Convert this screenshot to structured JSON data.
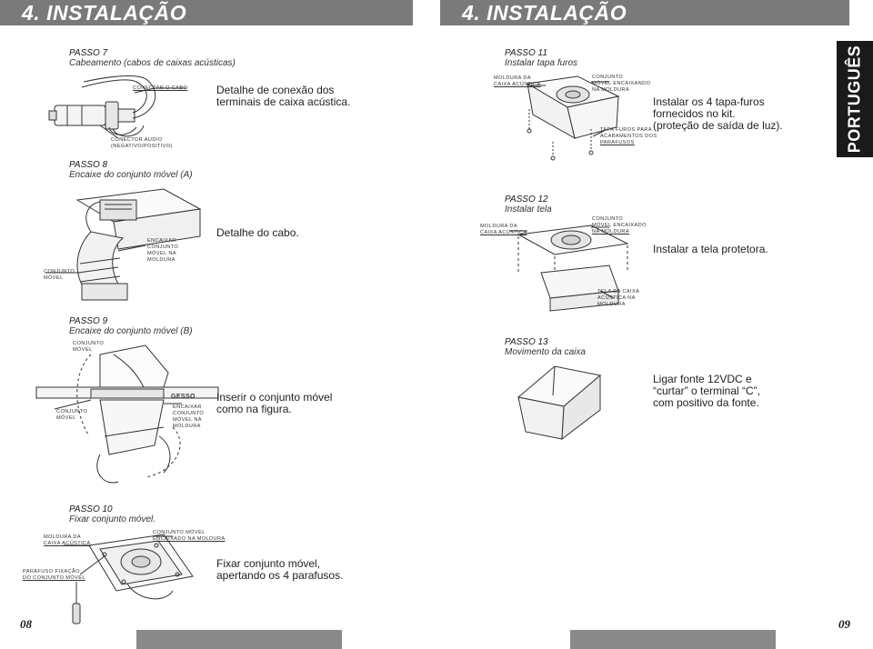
{
  "left_page": {
    "header_title": "4. INSTALAÇÃO",
    "page_number": "08",
    "steps": [
      {
        "title": "PASSO 7",
        "subtitle": "Cabeamento (cabos de caixas acústicas)",
        "description_lines": [
          "Detalhe de conexão dos",
          "terminais de caixa acústica."
        ],
        "labels": [
          "CONECTAR O CABO",
          "CONECTOR AUDIO",
          "(NEGATIVO/POSITIVO)"
        ]
      },
      {
        "title": "PASSO 8",
        "subtitle": "Encaixe do conjunto móvel (A)",
        "description_lines": [
          "Detalhe do cabo."
        ],
        "labels": [
          "ENCAIXAR",
          "CONJUNTO",
          "MÓVEL NA",
          "MOLDURA",
          "CONJUNTO",
          "MÓVEL"
        ]
      },
      {
        "title": "PASSO 9",
        "subtitle": "Encaixe do conjunto móvel (B)",
        "description_lines": [
          "Inserir o conjunto móvel",
          "como na figura."
        ],
        "labels": [
          "CONJUNTO",
          "MÓVEL",
          "GESSO",
          "ENCAIXAR",
          "CONJUNTO",
          "MÓVEL NA",
          "MOLDURA",
          "CONJUNTO",
          "MÓVEL"
        ]
      },
      {
        "title": "PASSO 10",
        "subtitle": "Fixar conjunto móvel.",
        "description_lines": [
          "Fixar conjunto móvel,",
          "apertando os 4 parafusos."
        ],
        "labels": [
          "MOLDURA DA",
          "CAIXA ACÚSTICA",
          "CONJUNTO MÓVEL",
          "ENCAIXADO NA MOLDURA",
          "PARAFUSO FIXAÇÃO",
          "DO CONJUNTO MÓVEL"
        ]
      }
    ]
  },
  "right_page": {
    "header_title": "4. INSTALAÇÃO",
    "page_number": "09",
    "side_tab": "PORTUGUÊS",
    "steps": [
      {
        "title": "PASSO 11",
        "subtitle": "Instalar tapa furos",
        "description_lines": [
          "Instalar os 4 tapa-furos",
          "fornecidos no kit.",
          "(proteção de saída de luz)."
        ],
        "labels": [
          "MOLDURA DA",
          "CAIXA ACÚSTICA",
          "CONJUNTO",
          "MÓVEL ENCAIXANDO",
          "NA MOLDURA",
          "TAPA FUROS PARA",
          "ACABAMENTOS DOS",
          "PARAFUSOS"
        ]
      },
      {
        "title": "PASSO 12",
        "subtitle": "Instalar tela",
        "description_lines": [
          "Instalar a tela protetora."
        ],
        "labels": [
          "MOLDURA DA",
          "CAIXA ACÚSTICA",
          "CONJUNTO",
          "MÓVEL ENCAIXADO",
          "NA MOLDURA",
          "TELA DA CAIXA",
          "ACÚSTICA NA",
          "MOLDURA"
        ]
      },
      {
        "title": "PASSO 13",
        "subtitle": "Movimento da caixa",
        "description_lines": [
          "Ligar fonte 12VDC e",
          "“curtar” o terminal “C”,",
          "com positivo da fonte."
        ],
        "labels": []
      }
    ]
  }
}
